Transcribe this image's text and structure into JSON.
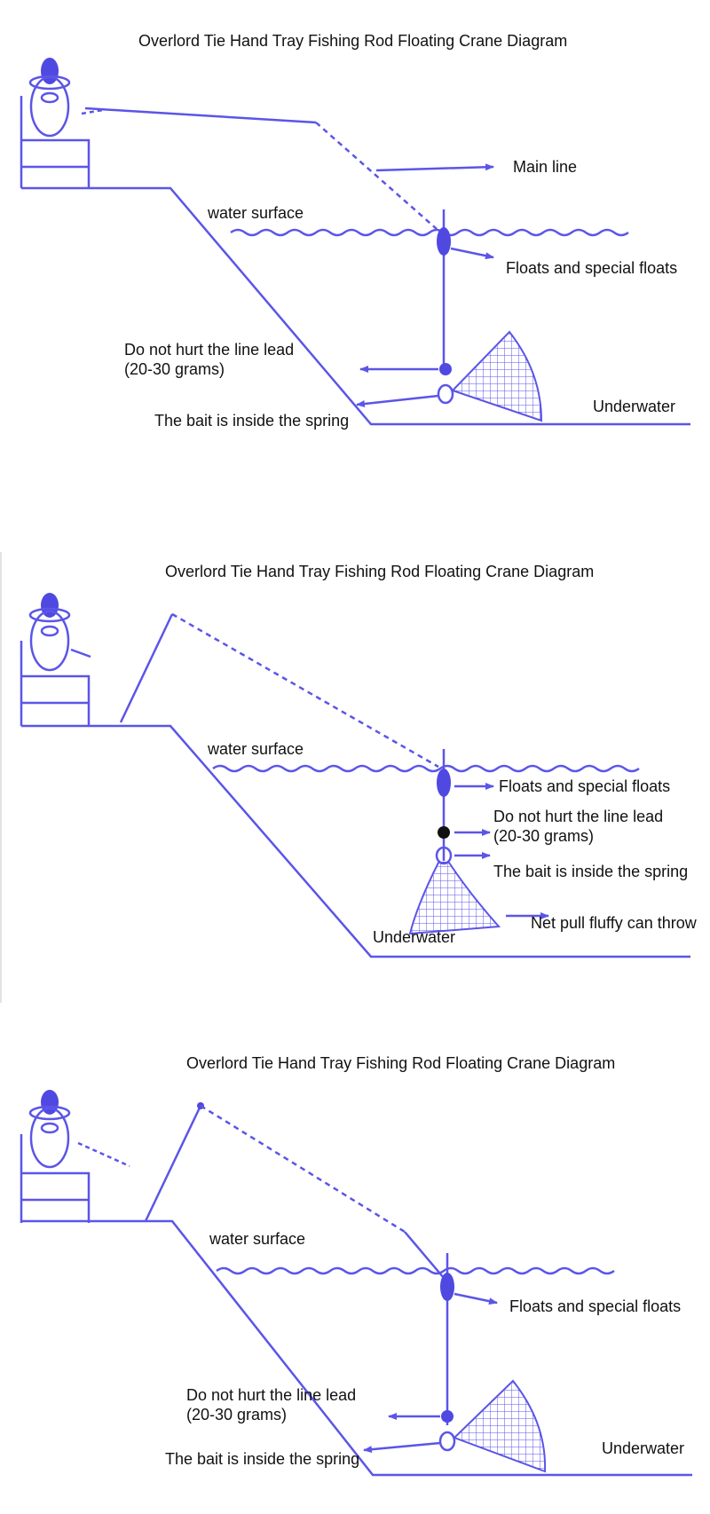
{
  "panels": [
    {
      "title": "Overlord Tie Hand Tray Fishing Rod Floating Crane Diagram",
      "labels": {
        "main_line": "Main line",
        "water_surface": "water surface",
        "floats": "Floats and special floats",
        "lead_line1": "Do not hurt the line lead",
        "lead_line2": "(20-30 grams)",
        "bait": "The bait is inside the spring",
        "underwater": "Underwater"
      }
    },
    {
      "title": "Overlord Tie Hand Tray Fishing Rod Floating Crane Diagram",
      "labels": {
        "water_surface": "water surface",
        "floats": "Floats and special floats",
        "lead_line1": "Do not hurt the line lead",
        "lead_line2": "(20-30 grams)",
        "bait": "The bait is inside the spring",
        "net": "Net pull fluffy can throw",
        "underwater": "Underwater"
      }
    },
    {
      "title": "Overlord Tie Hand Tray Fishing Rod Floating Crane Diagram",
      "labels": {
        "water_surface": "water surface",
        "floats": "Floats and special floats",
        "lead_line1": "Do not hurt the line lead",
        "lead_line2": "(20-30 grams)",
        "bait": "The bait is inside the spring",
        "underwater": "Underwater"
      }
    }
  ],
  "colors": {
    "stroke": "#5b55e8",
    "fill": "#4f49e2",
    "text": "#111111"
  }
}
